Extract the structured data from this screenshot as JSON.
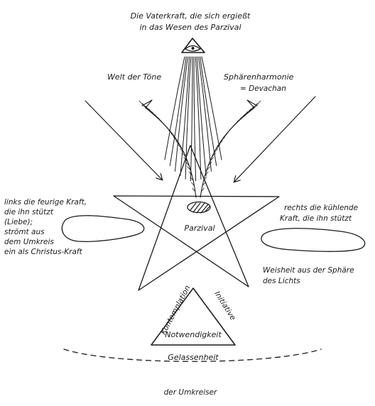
{
  "title_lines": [
    "Die Vaterkraft, die sich ergießt",
    "in das Wesen des Parzival"
  ],
  "labels": {
    "welt": "Welt der Töne",
    "sphaeren_1": "Sphärenharmonie",
    "sphaeren_2": "= Devachan",
    "center": "Parzival",
    "right_top_1": "rechts die kühlende",
    "right_top_2": "Kraft, die ihn stützt",
    "right_bottom_1": "Weisheit aus der Sphäre",
    "right_bottom_2": "des Lichts",
    "kontemplation": "Kontemplation",
    "initiative": "Initiative",
    "notwendigkeit": "Notwendigkeit",
    "gelassenheit": "Gelassenheit",
    "umkreiser": "der Umkreiser"
  },
  "left_lines": [
    "links die feurige Kraft,",
    "die ihn stützt",
    "(Liebe);",
    "strömt aus",
    "dem Umkreis",
    "ein als Christus-Kraft"
  ],
  "icons": [
    "eye-triangle-icon"
  ],
  "colors": {
    "ink": "#1a1a1a",
    "paper": "#ffffff"
  }
}
